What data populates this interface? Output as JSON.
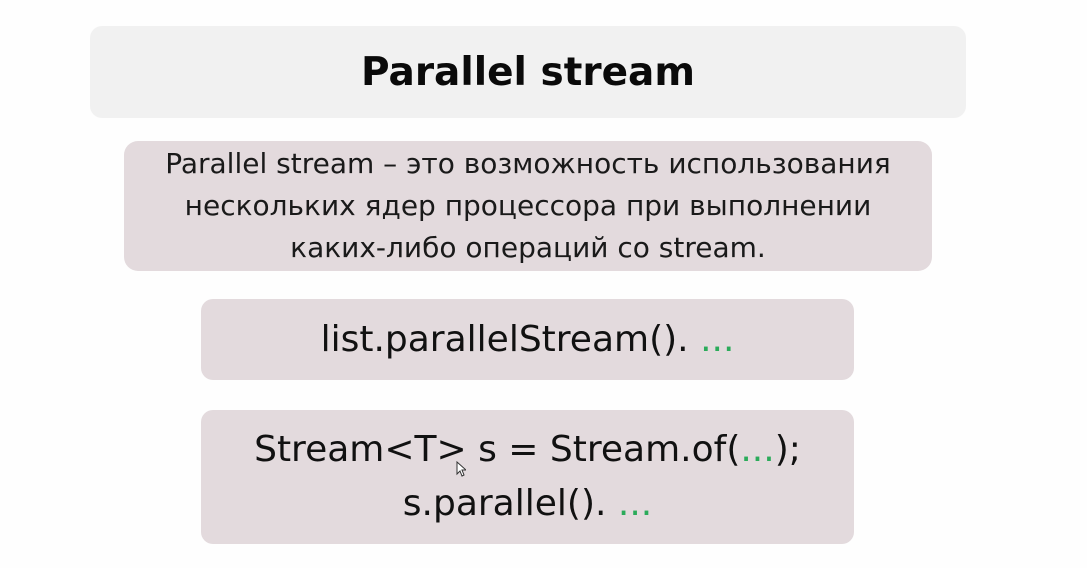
{
  "slide": {
    "title": "Parallel stream",
    "definition_lines": [
      "Parallel stream – это возможность использования",
      "нескольких ядер процессора при выполнении",
      "каких-либо операций со stream."
    ],
    "code1": {
      "text": "list.parallelStream(). ",
      "ellipsis": "..."
    },
    "code2": {
      "line1_before": "Stream<T> s = Stream.of(",
      "line1_ellipsis": "...",
      "line1_after": ");",
      "line2_before": "s.parallel(). ",
      "line2_ellipsis": "..."
    }
  },
  "colors": {
    "title_box": "#f1f1f1",
    "content_box": "#e3dadd",
    "ellipsis": "#2bab5a"
  },
  "icons": {
    "cursor": "mouse-pointer-icon"
  }
}
